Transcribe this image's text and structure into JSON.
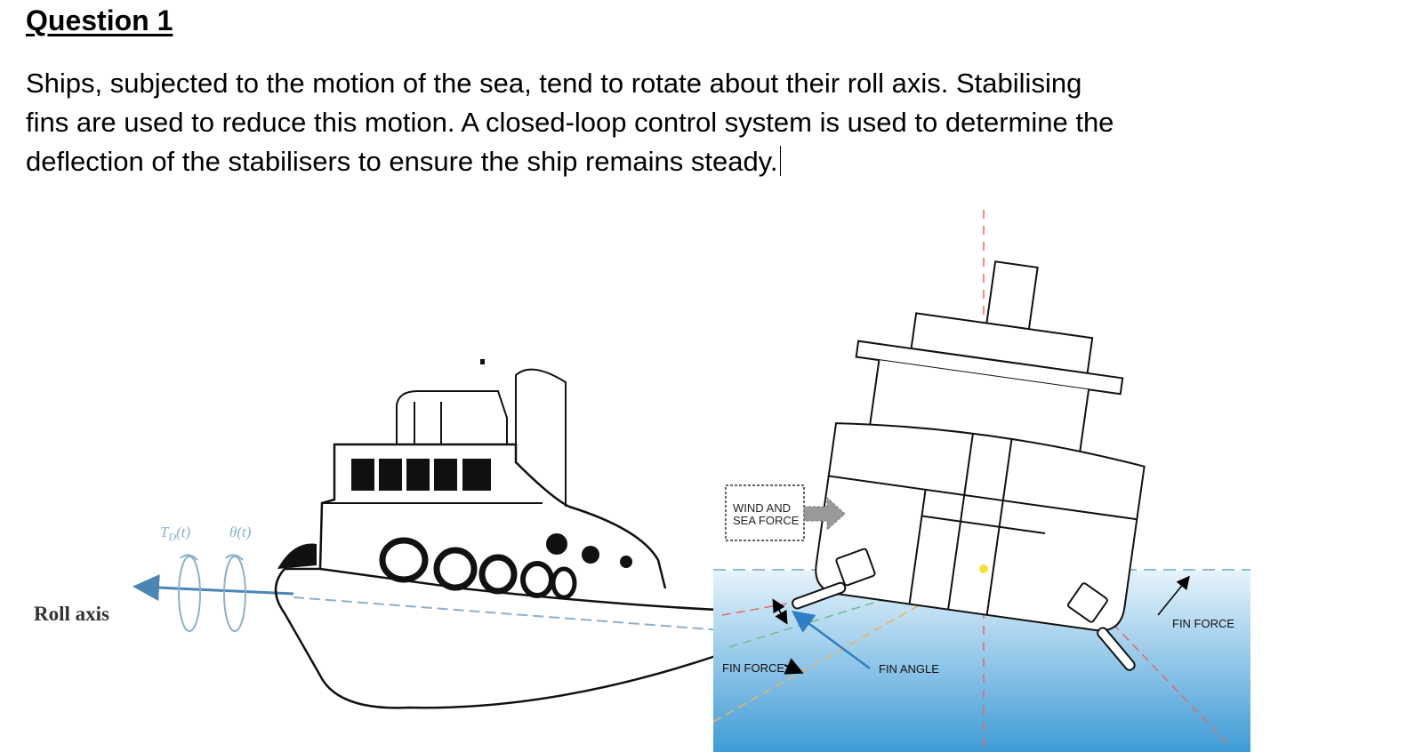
{
  "document": {
    "heading": "Question 1",
    "paragraph_lines": [
      "Ships, subjected to the motion of the sea, tend to rotate about their roll axis. Stabilising",
      "fins are used to reduce this motion. A closed-loop control system is used to determine the",
      "deflection of the stabilisers to ensure the ship remains steady."
    ]
  },
  "figure": {
    "left_labels": {
      "roll_axis": "Roll axis",
      "torque": "T",
      "torque_sub": "D",
      "torque_arg": "(t)",
      "angle": "θ(t)"
    },
    "right_labels": {
      "wind_line1": "WIND AND",
      "wind_line2": "SEA FORCE",
      "fin_force_left": "FIN FORCE",
      "fin_angle": "FIN ANGLE",
      "fin_force_right": "FIN FORCE"
    },
    "colors": {
      "water_top": "#e6f3fb",
      "water_bottom": "#3f9bd6",
      "roll_arrow": "#4a86b5",
      "fin_force_arrow": "#2e7fc4",
      "waterline_dash": "#6fa3c8",
      "centerline_dash": "#e06a6a",
      "angle_dash_green": "#6cc08f",
      "angle_dash_orange": "#f2b05a",
      "center_dot": "#f2e23a"
    }
  }
}
